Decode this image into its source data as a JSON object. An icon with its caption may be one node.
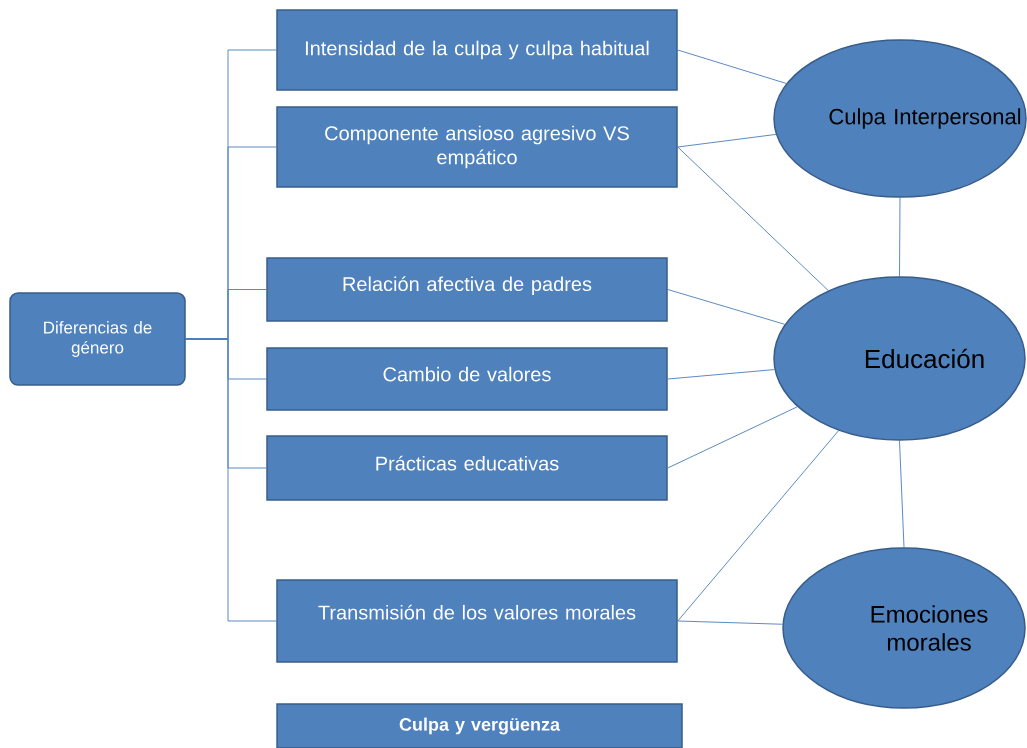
{
  "diagram": {
    "nodes": [
      {
        "text": [
          "Diferencias de género"
        ]
      },
      {
        "text": [
          "Intensidad de la culpa y culpa habitual"
        ]
      },
      {
        "text": [
          "Componente ansioso agresivo  VS empático"
        ]
      },
      {
        "text": [
          "Relación afectiva de padres"
        ]
      },
      {
        "text": [
          "Cambio de valores"
        ]
      },
      {
        "text": [
          "Prácticas educativas"
        ]
      },
      {
        "text": [
          "Transmisión de los valores morales"
        ]
      },
      {
        "text": [
          "Culpa y vergüenza"
        ]
      },
      {
        "text": [
          "Culpa Interpersonal"
        ]
      },
      {
        "text": [
          "Educación"
        ]
      },
      {
        "text": [
          "Emociones morales"
        ]
      }
    ],
    "edges": [
      {
        "from": 0,
        "to": 1,
        "arrow": "none"
      },
      {
        "from": 0,
        "to": 2,
        "arrow": "none"
      },
      {
        "from": 0,
        "to": 3,
        "arrow": "none"
      },
      {
        "from": 0,
        "to": 4,
        "arrow": "none"
      },
      {
        "from": 0,
        "to": 5,
        "arrow": "none"
      },
      {
        "from": 0,
        "to": 6,
        "arrow": "none"
      },
      {
        "from": 1,
        "to": 8,
        "arrow": "none"
      },
      {
        "from": 2,
        "to": 8,
        "arrow": "none"
      },
      {
        "from": 2,
        "to": 9,
        "arrow": "none"
      },
      {
        "from": 3,
        "to": 9,
        "arrow": "none"
      },
      {
        "from": 4,
        "to": 9,
        "arrow": "none"
      },
      {
        "from": 5,
        "to": 9,
        "arrow": "none"
      },
      {
        "from": 6,
        "to": 9,
        "arrow": "none"
      },
      {
        "from": 6,
        "to": 10,
        "arrow": "none"
      },
      {
        "from": 8,
        "to": 9,
        "arrow": "none"
      },
      {
        "from": 9,
        "to": 10,
        "arrow": "none"
      }
    ]
  }
}
